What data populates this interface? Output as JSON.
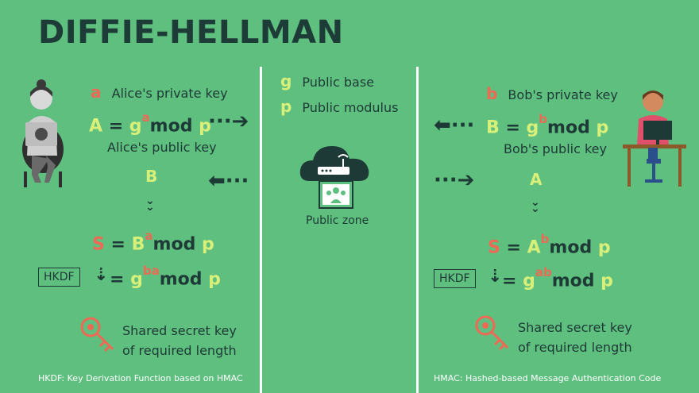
{
  "title": "DIFFIE-HELLMAN",
  "alice": {
    "private_letter": "a",
    "private_label": "Alice's private key",
    "public_label": "Alice's public key",
    "eq_public": {
      "lhs": "A",
      "base": "g",
      "exp": "a",
      "mod": "mod",
      "p": "p"
    },
    "received": "B",
    "eq_shared": {
      "lhs": "S",
      "base": "B",
      "exp": "a",
      "mod": "mod",
      "p": "p"
    },
    "hkdf_label": "HKDF",
    "eq_result": {
      "base": "g",
      "exp": "ba",
      "mod": "mod",
      "p": "p"
    },
    "secret_line1": "Shared secret key",
    "secret_line2": "of required length",
    "footnote": "HKDF: Key Derivation Function based on HMAC"
  },
  "public": {
    "base_letter": "g",
    "base_label": "Public base",
    "modulus_letter": "p",
    "modulus_label": "Public modulus",
    "zone_label": "Public zone"
  },
  "bob": {
    "private_letter": "b",
    "private_label": "Bob's private key",
    "public_label": "Bob's public key",
    "eq_public": {
      "lhs": "B",
      "base": "g",
      "exp": "b",
      "mod": "mod",
      "p": "p"
    },
    "received": "A",
    "eq_shared": {
      "lhs": "S",
      "base": "A",
      "exp": "b",
      "mod": "mod",
      "p": "p"
    },
    "hkdf_label": "HKDF",
    "eq_result": {
      "base": "g",
      "exp": "ab",
      "mod": "mod",
      "p": "p"
    },
    "secret_line1": "Shared secret key",
    "secret_line2": "of required length",
    "footnote": "HMAC: Hashed-based Message Authentication Code"
  },
  "colors": {
    "background": "#5ebf7f",
    "dark": "#1e3a36",
    "red": "#ef6a55",
    "yellow": "#d8f07a",
    "white": "#ffffff"
  }
}
